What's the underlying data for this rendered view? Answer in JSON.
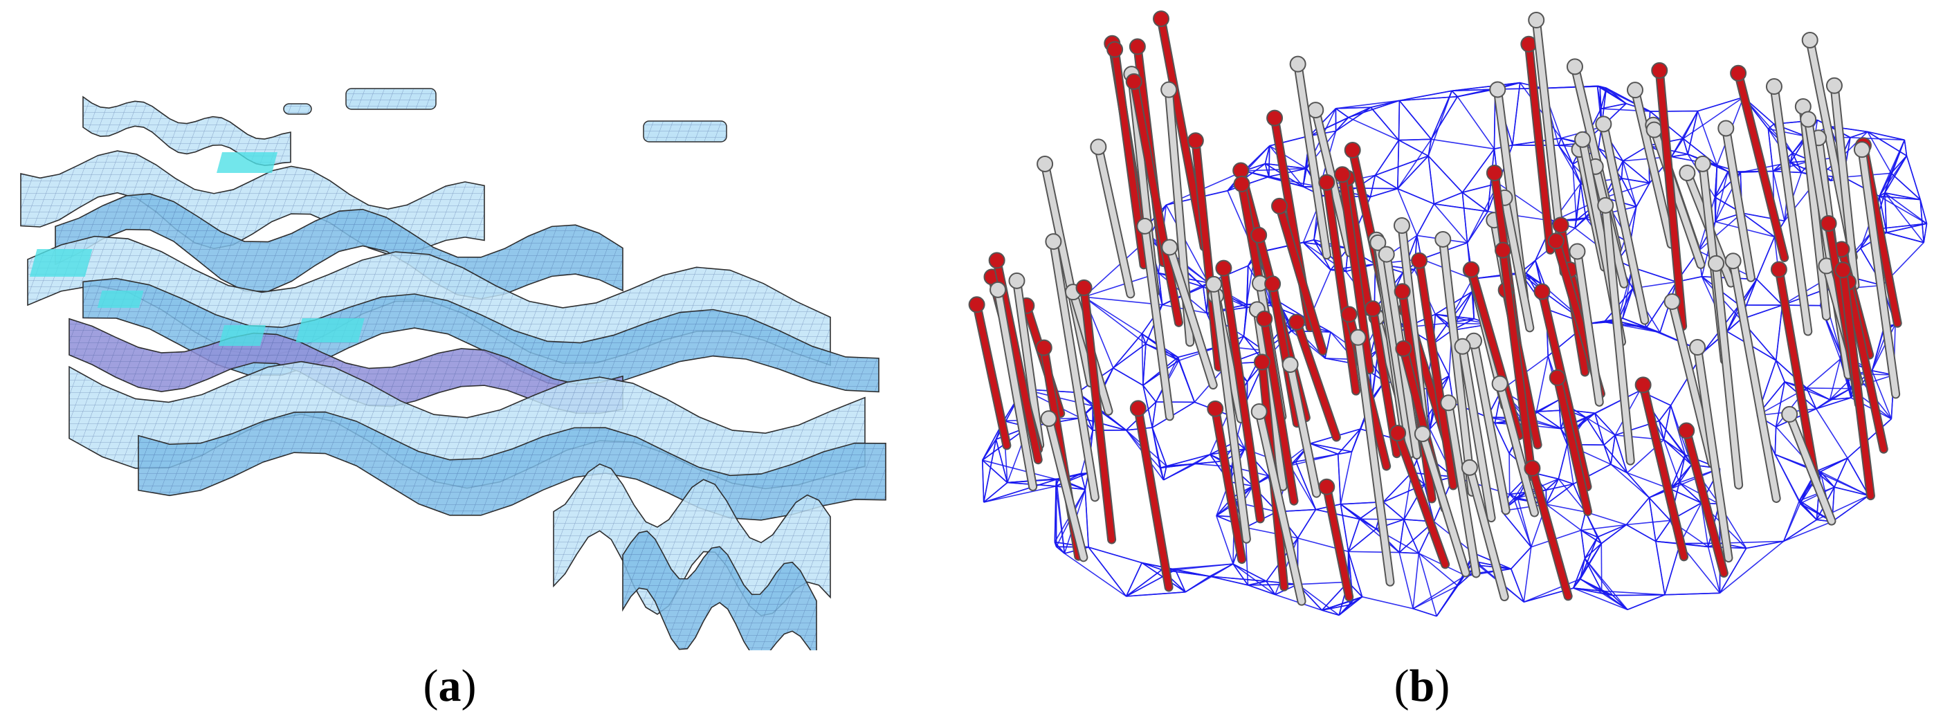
{
  "figure": {
    "panel_a": {
      "label_open": "(",
      "label_letter": "a",
      "label_close": ")",
      "content": "layered-mesh-surfaces",
      "colors": {
        "mesh_light": "#bfe3f7",
        "mesh_mid": "#7fbde8",
        "mesh_cyan": "#4fe0e6",
        "mesh_purple": "#8f8fd8",
        "grid_line": "#2d4a8a"
      }
    },
    "panel_b": {
      "label_open": "(",
      "label_letter": "b",
      "label_close": ")",
      "content": "well-network",
      "colors": {
        "network": "#1a1aee",
        "well_red": "#c8151b",
        "well_white": "#d6d6d6"
      }
    }
  }
}
